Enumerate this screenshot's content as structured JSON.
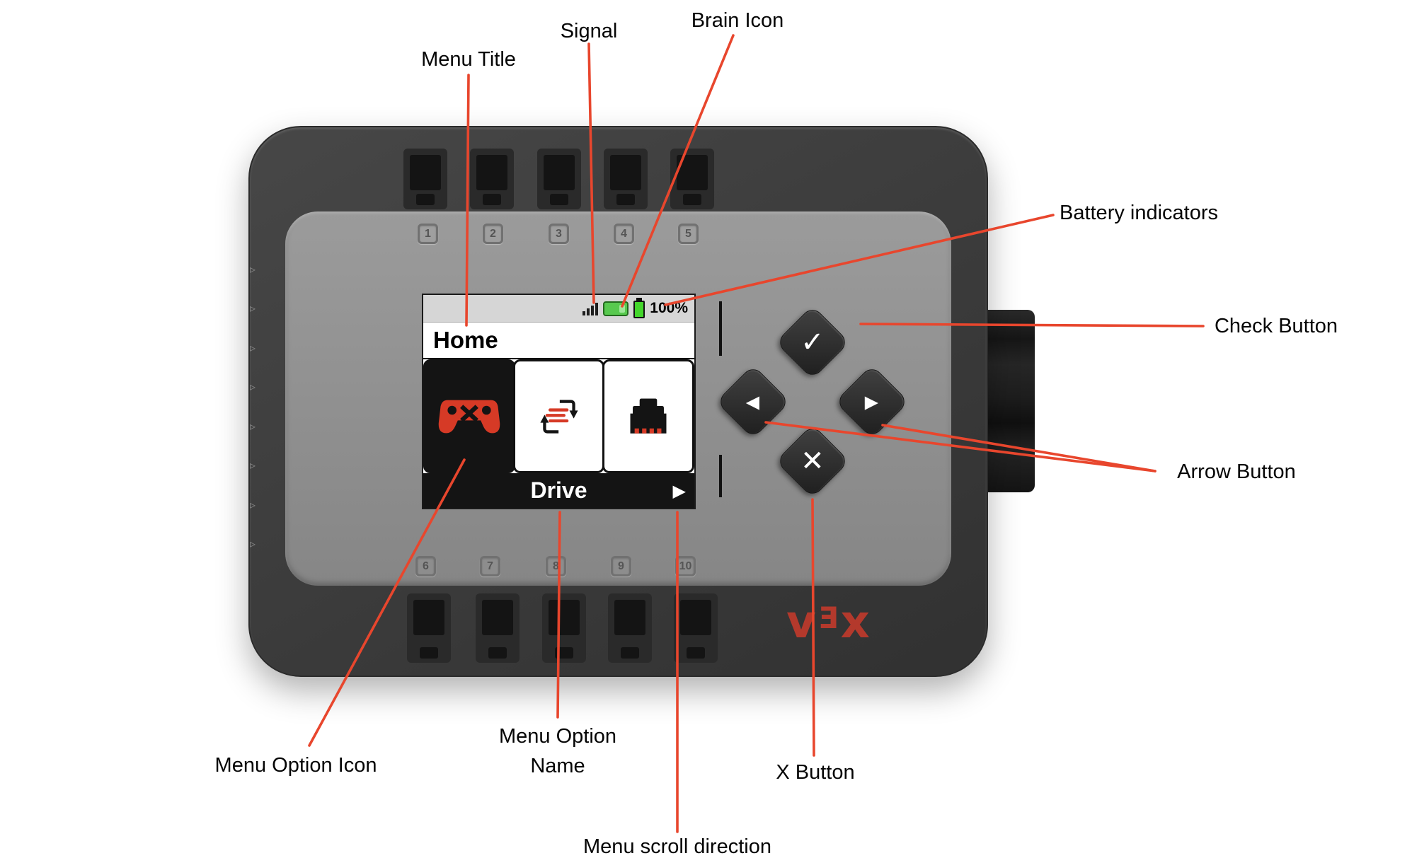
{
  "annotations": {
    "menu_title": "Menu Title",
    "signal": "Signal",
    "brain_icon": "Brain Icon",
    "battery_indicators": "Battery indicators",
    "check_button": "Check Button",
    "arrow_button": "Arrow Button",
    "x_button": "X Button",
    "menu_option_icon": "Menu Option Icon",
    "menu_option_name_line1": "Menu Option",
    "menu_option_name_line2": "Name",
    "menu_scroll_direction": "Menu scroll direction"
  },
  "device": {
    "screen": {
      "title": "Home",
      "battery_percent": "100%",
      "selected_option": "Drive",
      "scroll_icon": "▶"
    },
    "buttons": {
      "check": "✓",
      "left": "◀",
      "right": "▶",
      "x": "✕"
    },
    "icons": {
      "side_chevron": "▹"
    },
    "port_labels_top": [
      "1",
      "2",
      "3",
      "4",
      "5"
    ],
    "port_labels_bottom": [
      "6",
      "7",
      "8",
      "9",
      "10"
    ],
    "logo": {
      "v": "v",
      "e": "Ǝ",
      "x": "x"
    }
  },
  "colors": {
    "accent_red": "#e8462d",
    "screen_red": "#d63a26",
    "vex_red": "#c23a2c",
    "battery_green": "#44d62c",
    "brain_green": "#58c94f",
    "screen_bar_gray": "#d6d6d6"
  }
}
